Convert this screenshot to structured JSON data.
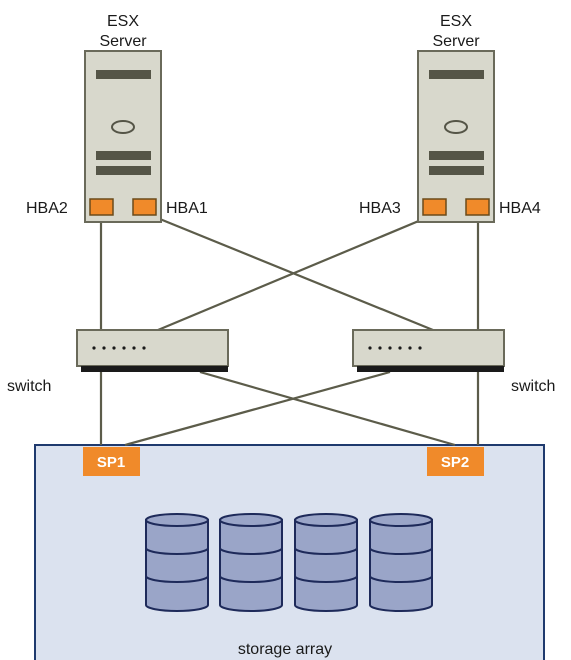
{
  "servers": [
    {
      "title_line1": "ESX",
      "title_line2": "Server",
      "hba_left": "HBA2",
      "hba_right": "HBA1"
    },
    {
      "title_line1": "ESX",
      "title_line2": "Server",
      "hba_left": "HBA3",
      "hba_right": "HBA4"
    }
  ],
  "switches": [
    {
      "label": "switch"
    },
    {
      "label": "switch"
    }
  ],
  "storage": {
    "label": "storage array",
    "sp_left": "SP1",
    "sp_right": "SP2"
  },
  "colors": {
    "server_fill": "#d8d8cc",
    "server_stroke": "#6a6a5a",
    "hba_orange": "#f08a2a",
    "link_line": "#5c5c4a",
    "storage_fill": "#dbe2ef",
    "storage_stroke": "#1f3a6e",
    "disk_fill": "#9aa5c8",
    "disk_stroke": "#1e2a5a"
  }
}
